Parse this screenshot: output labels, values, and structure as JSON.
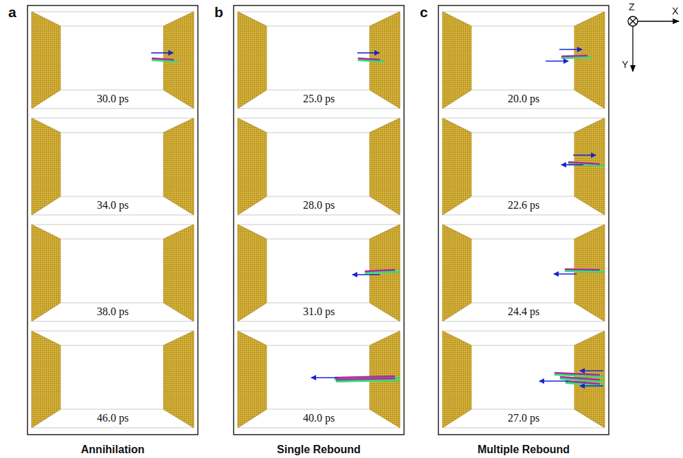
{
  "diagram": {
    "labels": [
      "a",
      "b",
      "c",
      "30.0 ps",
      "34.0 ps",
      "38.0 ps",
      "46.0 ps",
      "25.0 ps",
      "28.0 ps",
      "31.0 ps",
      "40.0 ps",
      "20.0 ps",
      "22.6 ps",
      "24.4 ps",
      "27.0 ps",
      "Annihilation",
      "Single Rebound",
      "Multiple Rebound",
      "Z",
      "X",
      "Y"
    ]
  }
}
